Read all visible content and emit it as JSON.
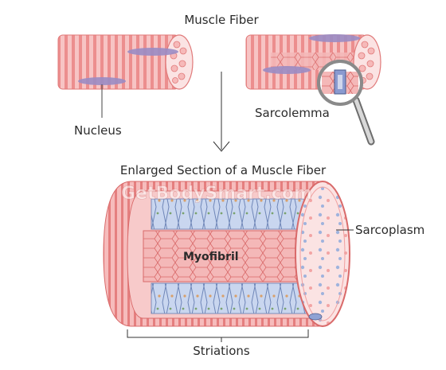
{
  "title": "Muscle Fiber",
  "subtitle": "Enlarged Section of a Muscle Fiber",
  "labels": {
    "nucleus": "Nucleus",
    "sarcolemma": "Sarcolemma",
    "myofibril": "Myofibril",
    "sarcoplasm": "Sarcoplasm",
    "striations": "Striations"
  },
  "watermark": "GetBodySmart.com",
  "colors": {
    "fiber_light": "#f7c4c4",
    "fiber_mid": "#ec8e8e",
    "fiber_dark": "#d95f5f",
    "nucleus": "#9a8cc4",
    "tubule": "#b4c6e6",
    "myofibril": "#f2b4b4",
    "end_face": "#fbe3e3"
  }
}
